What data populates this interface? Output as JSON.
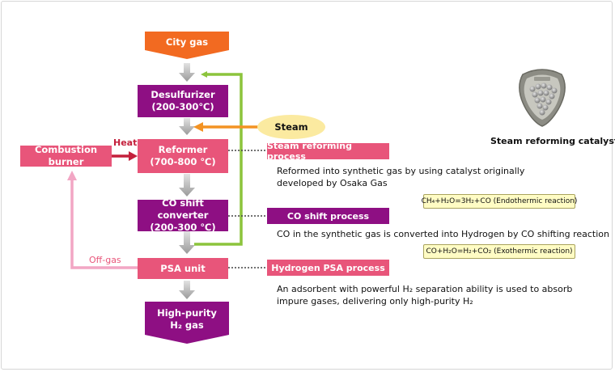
{
  "nodes": {
    "city_gas": "City gas",
    "desulfurizer": "Desulfurizer",
    "desulfurizer_temp": "(200-300℃)",
    "steam": "Steam",
    "reformer": "Reformer",
    "reformer_temp": "(700-800 ℃)",
    "co_shift": "CO shift converter",
    "co_shift_temp": "(200-300 ℃)",
    "psa_unit": "PSA unit",
    "output_line1": "High-purity",
    "output_line2": "H₂ gas",
    "combustion_burner": "Combustion burner"
  },
  "edges": {
    "heat": "Heat",
    "off_gas": "Off-gas"
  },
  "processes": [
    {
      "label": "Steam reforming process",
      "description_line1": "Reformed into synthetic gas by using catalyst originally",
      "description_line2": "developed by Osaka Gas"
    },
    {
      "label": "CO shift process",
      "description_line1": "CO in the synthetic gas is converted into Hydrogen by CO shifting reaction"
    },
    {
      "label": "Hydrogen PSA process",
      "description_line1": "An adsorbent with powerful H₂ separation ability is used to absorb",
      "description_line2": "impure gases, delivering only high-purity H₂"
    }
  ],
  "equations": {
    "endothermic": "CH₄+H₂O=3H₂+CO (Endothermic reaction)",
    "exothermic": "CO+H₂O=H₂+CO₂ (Exothermic reaction)"
  },
  "catalyst": {
    "caption": "Steam reforming catalyst"
  },
  "colors": {
    "purple": "#8e0f83",
    "pink": "#e8557a",
    "orange": "#f26a21",
    "steam_fill": "#fbeaa0",
    "green": "#8cc43c",
    "heat_red": "#c4203c",
    "off_gas_pink": "#f2a6c4",
    "gray_arrow": "#a8a8a8"
  }
}
